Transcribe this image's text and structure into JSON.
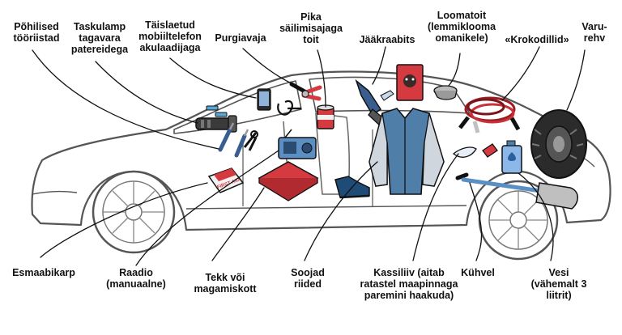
{
  "colors": {
    "outline": "#111111",
    "car_line": "#555555",
    "red": "#d43a3f",
    "jacket_blue": "#4f7fa8",
    "jacket_grey": "#cfd6dd",
    "water_blue": "#8bb8e8",
    "tyre": "#2b2b2b"
  },
  "labels": {
    "tools": [
      "Põhilised",
      "tööriistad"
    ],
    "flashlight": [
      "Taskulamp",
      "tagavara",
      "patereidega"
    ],
    "phone": [
      "Täislaetud",
      "mobiiltelefon",
      "akulaadijaga"
    ],
    "scraper": [
      "Purgiavaja"
    ],
    "food": [
      "Pika",
      "säilimisajaga",
      "toit"
    ],
    "icepick": [
      "Jääkraabits"
    ],
    "petfood": [
      "Loomatoit",
      "(lemmiklooma",
      "omanikele)"
    ],
    "cables": [
      "«Krokodillid»"
    ],
    "spare": [
      "Varu-",
      "rehv"
    ],
    "firstaid": [
      "Esmaabikarp"
    ],
    "radio": [
      "Raadio",
      "(manuaalne)"
    ],
    "blanket": [
      "Tekk või",
      "magamiskott"
    ],
    "clothes": [
      "Soojad",
      "riided"
    ],
    "sand": [
      "Kassiliiv (aitab",
      "ratastel maapinnaga",
      "paremini haakuda)"
    ],
    "shovel": [
      "Kühvel"
    ],
    "water": [
      "Vesi",
      "(vähemalt 3",
      "liitrit)"
    ]
  },
  "icons": {
    "firstaid_text": "FIRST AID"
  }
}
